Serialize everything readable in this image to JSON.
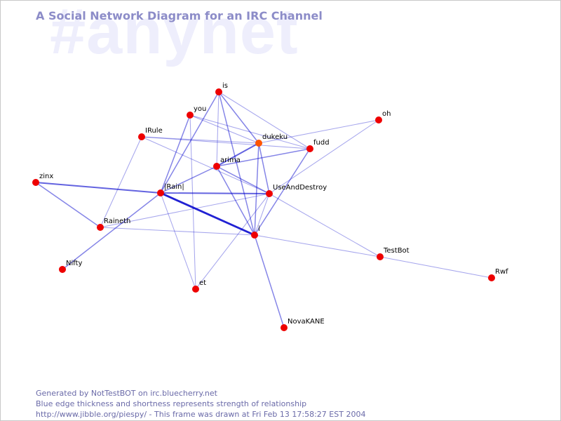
{
  "title": "A Social Network Diagram for an IRC Channel",
  "watermark": "#anynet",
  "footer": {
    "line1": "Generated by NotTestBOT on irc.bluecherry.net",
    "line2": "Blue edge thickness and shortness represents strength of relationship",
    "line3": "http://www.jibble.org/piespy/ - This frame was drawn at Fri Feb 13 17:58:27 EST 2004"
  },
  "colors": {
    "node": "#ee0000",
    "node_active": "#ff5500",
    "edge": "#0000cc",
    "label": "#000000",
    "title": "#8c8cc8",
    "watermark": "#eeeefc",
    "footer": "#6a6aa8"
  },
  "nodes": [
    {
      "id": "is",
      "label": "is"
    },
    {
      "id": "you",
      "label": "you"
    },
    {
      "id": "oh",
      "label": "oh"
    },
    {
      "id": "iRule",
      "label": "IRule"
    },
    {
      "id": "dukeku",
      "label": "dukeku",
      "active": true
    },
    {
      "id": "fudd",
      "label": "fudd"
    },
    {
      "id": "arima",
      "label": "arima"
    },
    {
      "id": "zinx",
      "label": "zinx"
    },
    {
      "id": "rain",
      "label": "|Rain|"
    },
    {
      "id": "uad",
      "label": "UseAndDestroy"
    },
    {
      "id": "raineth",
      "label": "Raineth"
    },
    {
      "id": "i",
      "label": "i"
    },
    {
      "id": "testbot",
      "label": "TestBot"
    },
    {
      "id": "nifty",
      "label": "Nifty"
    },
    {
      "id": "rwf",
      "label": "Rwf"
    },
    {
      "id": "et",
      "label": "et"
    },
    {
      "id": "novakane",
      "label": "NovaKANE"
    }
  ],
  "edges": [
    {
      "source": "rain",
      "target": "i",
      "weight": 5
    },
    {
      "source": "zinx",
      "target": "rain",
      "weight": 3
    },
    {
      "source": "rain",
      "target": "uad",
      "weight": 3
    },
    {
      "source": "dukeku",
      "target": "arima",
      "weight": 3
    },
    {
      "source": "you",
      "target": "rain",
      "weight": 2
    },
    {
      "source": "is",
      "target": "rain",
      "weight": 2
    },
    {
      "source": "is",
      "target": "dukeku",
      "weight": 2
    },
    {
      "source": "is",
      "target": "i",
      "weight": 2
    },
    {
      "source": "dukeku",
      "target": "i",
      "weight": 2
    },
    {
      "source": "dukeku",
      "target": "uad",
      "weight": 2
    },
    {
      "source": "arima",
      "target": "rain",
      "weight": 2
    },
    {
      "source": "arima",
      "target": "uad",
      "weight": 2
    },
    {
      "source": "arima",
      "target": "i",
      "weight": 2
    },
    {
      "source": "arima",
      "target": "fudd",
      "weight": 2
    },
    {
      "source": "fudd",
      "target": "i",
      "weight": 2
    },
    {
      "source": "zinx",
      "target": "raineth",
      "weight": 2
    },
    {
      "source": "i",
      "target": "novakane",
      "weight": 2
    },
    {
      "source": "nifty",
      "target": "rain",
      "weight": 2
    },
    {
      "source": "you",
      "target": "dukeku",
      "weight": 1
    },
    {
      "source": "you",
      "target": "fudd",
      "weight": 1
    },
    {
      "source": "you",
      "target": "et",
      "weight": 1
    },
    {
      "source": "is",
      "target": "fudd",
      "weight": 1
    },
    {
      "source": "is",
      "target": "arima",
      "weight": 1
    },
    {
      "source": "iRule",
      "target": "dukeku",
      "weight": 1
    },
    {
      "source": "iRule",
      "target": "fudd",
      "weight": 1
    },
    {
      "source": "iRule",
      "target": "uad",
      "weight": 1
    },
    {
      "source": "iRule",
      "target": "raineth",
      "weight": 1
    },
    {
      "source": "oh",
      "target": "dukeku",
      "weight": 1
    },
    {
      "source": "oh",
      "target": "uad",
      "weight": 1
    },
    {
      "source": "rain",
      "target": "et",
      "weight": 1
    },
    {
      "source": "raineth",
      "target": "i",
      "weight": 1
    },
    {
      "source": "raineth",
      "target": "uad",
      "weight": 1
    },
    {
      "source": "i",
      "target": "testbot",
      "weight": 1
    },
    {
      "source": "testbot",
      "target": "rwf",
      "weight": 1
    },
    {
      "source": "uad",
      "target": "testbot",
      "weight": 1
    },
    {
      "source": "et",
      "target": "uad",
      "weight": 1
    },
    {
      "source": "uad",
      "target": "i",
      "weight": 1
    }
  ]
}
